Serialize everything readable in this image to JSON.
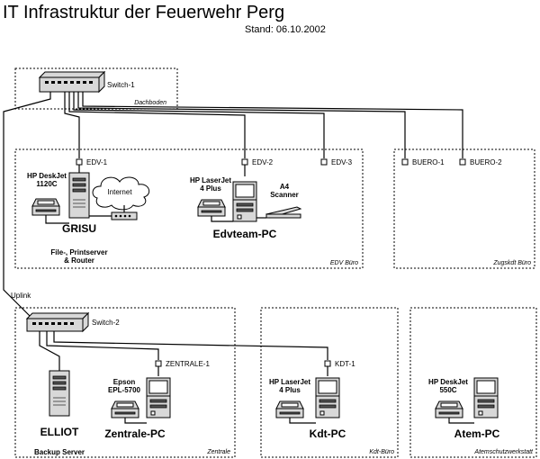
{
  "title": "IT Infrastruktur der Feuerwehr Perg",
  "stand": "Stand: 06.10.2002",
  "rooms": {
    "dachboden": "Dachboden",
    "edv_buero": "EDV Büro",
    "zugskdt_buero": "Zugskdt Büro",
    "zentrale": "Zentrale",
    "kdt_buero": "Kdt-Büro",
    "atemschutz": "Atemschutzwerkstatt"
  },
  "switches": {
    "switch1": "Switch-1",
    "switch2": "Switch-2"
  },
  "ports": {
    "edv1": "EDV-1",
    "edv2": "EDV-2",
    "edv3": "EDV-3",
    "buero1": "BUERO-1",
    "buero2": "BUERO-2",
    "zentrale1": "ZENTRALE-1",
    "kdt1": "KDT-1"
  },
  "uplink": "Uplink",
  "internet": "Internet",
  "printers": {
    "deskjet1120": [
      "HP DeskJet",
      "1120C"
    ],
    "laserjet4a": [
      "HP LaserJet",
      "4 Plus"
    ],
    "scanner": [
      "A4",
      "Scanner"
    ],
    "epson": [
      "Epson",
      "EPL-5700"
    ],
    "laserjet4b": [
      "HP LaserJet",
      "4 Plus"
    ],
    "deskjet550": [
      "HP DeskJet",
      "550C"
    ]
  },
  "computers": {
    "grisu": "GRISU",
    "grisu_role": [
      "File-, Printserver",
      "& Router"
    ],
    "edvteam": "Edvteam-PC",
    "elliot": "ELLIOT",
    "elliot_role": "Backup Server",
    "zentrale": "Zentrale-PC",
    "kdt": "Kdt-PC",
    "atem": "Atem-PC"
  }
}
